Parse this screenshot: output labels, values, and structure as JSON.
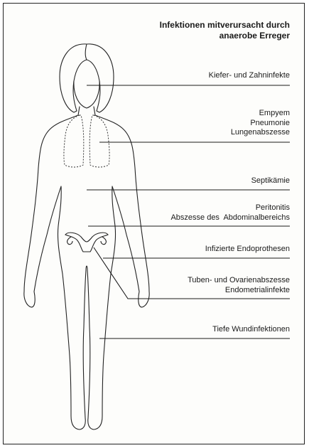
{
  "title_line1": "Infektionen mitverursacht durch",
  "title_line2": "anaerobe Erreger",
  "labels": {
    "kiefer": "Kiefer- und Zahninfekte",
    "empyem": "Empyem",
    "pneumonie": "Pneumonie",
    "lungen": "Lungenabszesse",
    "septik": "Septikämie",
    "peritonitis": "Peritonitis",
    "abszesse": "Abszesse des  Abdominalbereichs",
    "endoprothesen": "Infizierte Endoprothesen",
    "tuben": "Tuben- und Ovarienabszesse",
    "endometrial": "Endometrialinfekte",
    "wund": "Tiefe Wundinfektionen"
  }
}
